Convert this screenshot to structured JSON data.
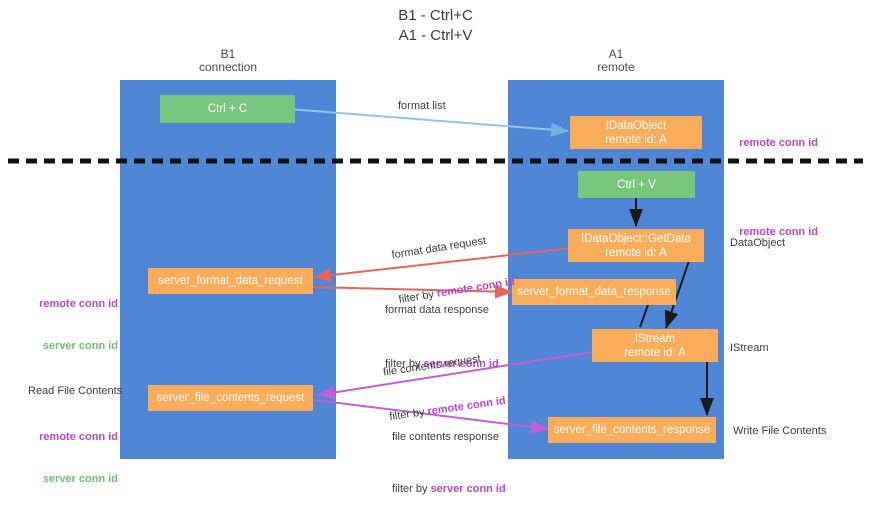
{
  "title": "B1 - Ctrl+C\nA1 - Ctrl+V",
  "lanes": [
    {
      "name": "b1",
      "header": "B1\nconnection"
    },
    {
      "name": "a1",
      "header": "A1\nremote"
    }
  ],
  "nodes": [
    {
      "id": "ctrl-c",
      "label": "Ctrl + C",
      "color": "green"
    },
    {
      "id": "idataobject",
      "label": "IDataObject\nremote id: A",
      "color": "orange"
    },
    {
      "id": "ctrl-v",
      "label": "Ctrl + V",
      "color": "green"
    },
    {
      "id": "idataobject-getdata",
      "label": "IDataObject::GetData\nremote id: A",
      "color": "orange"
    },
    {
      "id": "server-format-data-request",
      "label": "server_format_data_request",
      "color": "orange"
    },
    {
      "id": "server-format-data-response",
      "label": "server_format_data_response",
      "color": "orange"
    },
    {
      "id": "istream",
      "label": "IStream\nremote id: A",
      "color": "orange"
    },
    {
      "id": "server-file-contents-request",
      "label": "server_file_contents_request",
      "color": "orange"
    },
    {
      "id": "server-file-contents-response",
      "label": "server_file_contents_response",
      "color": "orange"
    }
  ],
  "edge_labels": {
    "format_list": "format list",
    "format_data_request": "format data request",
    "format_data_request_filter_prefix": "filter by ",
    "format_data_request_filter_key": "remote conn id",
    "format_data_response": "format data response",
    "format_data_response_filter_prefix": "filter by ",
    "format_data_response_filter_key": "server conn id",
    "file_contents_request": "file contents request",
    "file_contents_request_filter_prefix": "filter by ",
    "file_contents_request_filter_key": "remote conn id",
    "file_contents_response": "file contents response",
    "file_contents_response_filter_prefix": "filter by ",
    "file_contents_response_filter_key": "server conn id"
  },
  "annotations": {
    "right_top_remote_conn_id": "remote conn id",
    "right_getdata_remote_conn_id": "remote conn id",
    "right_dataobject": "DataObject",
    "right_istream": "IStream",
    "right_write_file_contents": "Write File Contents",
    "left_keys_upper_remote": "remote conn id",
    "left_keys_upper_server": "server conn id",
    "left_read_file_contents": "Read File Contents",
    "left_keys_lower_remote": "remote conn id",
    "left_keys_lower_server": "server conn id"
  },
  "colors": {
    "lane": "#4f86d6",
    "green_node": "#79c77f",
    "orange_node": "#f9ac5a",
    "purple_key": "#b945cd",
    "green_key": "#6fbf73",
    "arrow_blue": "#8fc4ea",
    "arrow_red": "#e8645a",
    "arrow_purple": "#c15fd6",
    "arrow_black": "#222222",
    "divider": "#111111"
  }
}
